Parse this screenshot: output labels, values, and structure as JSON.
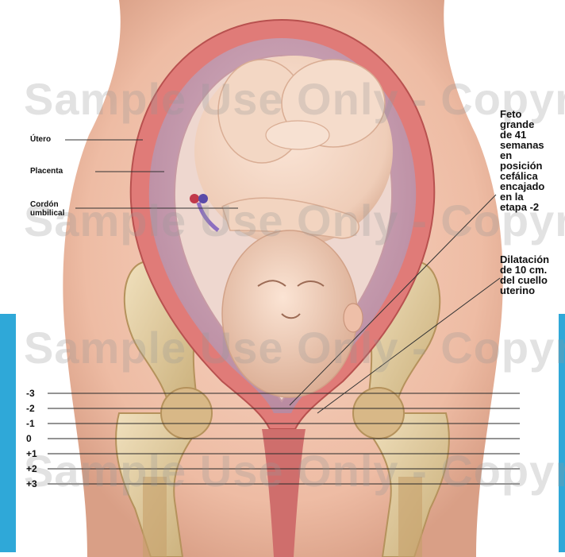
{
  "watermark": "Sample Use Only - Copyright",
  "labels": {
    "utero": "Útero",
    "placenta": "Placenta",
    "cordon_line1": "Cordón",
    "cordon_line2": "umbilical",
    "feto": [
      "Feto",
      "grande",
      "de 41",
      "semanas",
      "en",
      "posición",
      "cefálica",
      "encajado",
      "en la",
      "etapa -2"
    ],
    "dilatacion": [
      "Dilatación",
      "de 10 cm.",
      "del cuello",
      "uterino"
    ]
  },
  "stations": [
    "-3",
    "-2",
    "-1",
    "0",
    "+1",
    "+2",
    "+3"
  ],
  "colors": {
    "side_bar": "#2fa8d8",
    "skin": "#f1c3ac",
    "uterus_wall": "#e07b78",
    "bone": "#dcc79b",
    "fetus": "#f0d2bf"
  }
}
